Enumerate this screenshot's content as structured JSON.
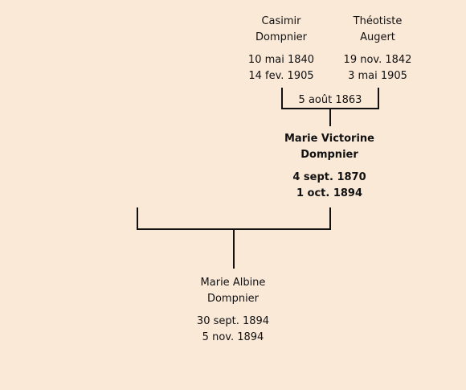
{
  "colors": {
    "background": "#fbe9d8",
    "line": "#111111"
  },
  "father": {
    "first_name": "Casimir",
    "last_name": "Dompnier",
    "birth": "10 mai 1840",
    "death": "14 fev. 1905"
  },
  "mother": {
    "first_name": "Théotiste",
    "last_name": "Augert",
    "birth": "19 nov. 1842",
    "death": "3 mai 1905"
  },
  "parents_marriage": "5 août 1863",
  "subject": {
    "first_name": "Marie Victorine",
    "last_name": "Dompnier",
    "birth": "4 sept. 1870",
    "death": "1 oct. 1894"
  },
  "child": {
    "first_name": "Marie Albine",
    "last_name": "Dompnier",
    "birth": "30 sept. 1894",
    "death": "5 nov. 1894"
  }
}
